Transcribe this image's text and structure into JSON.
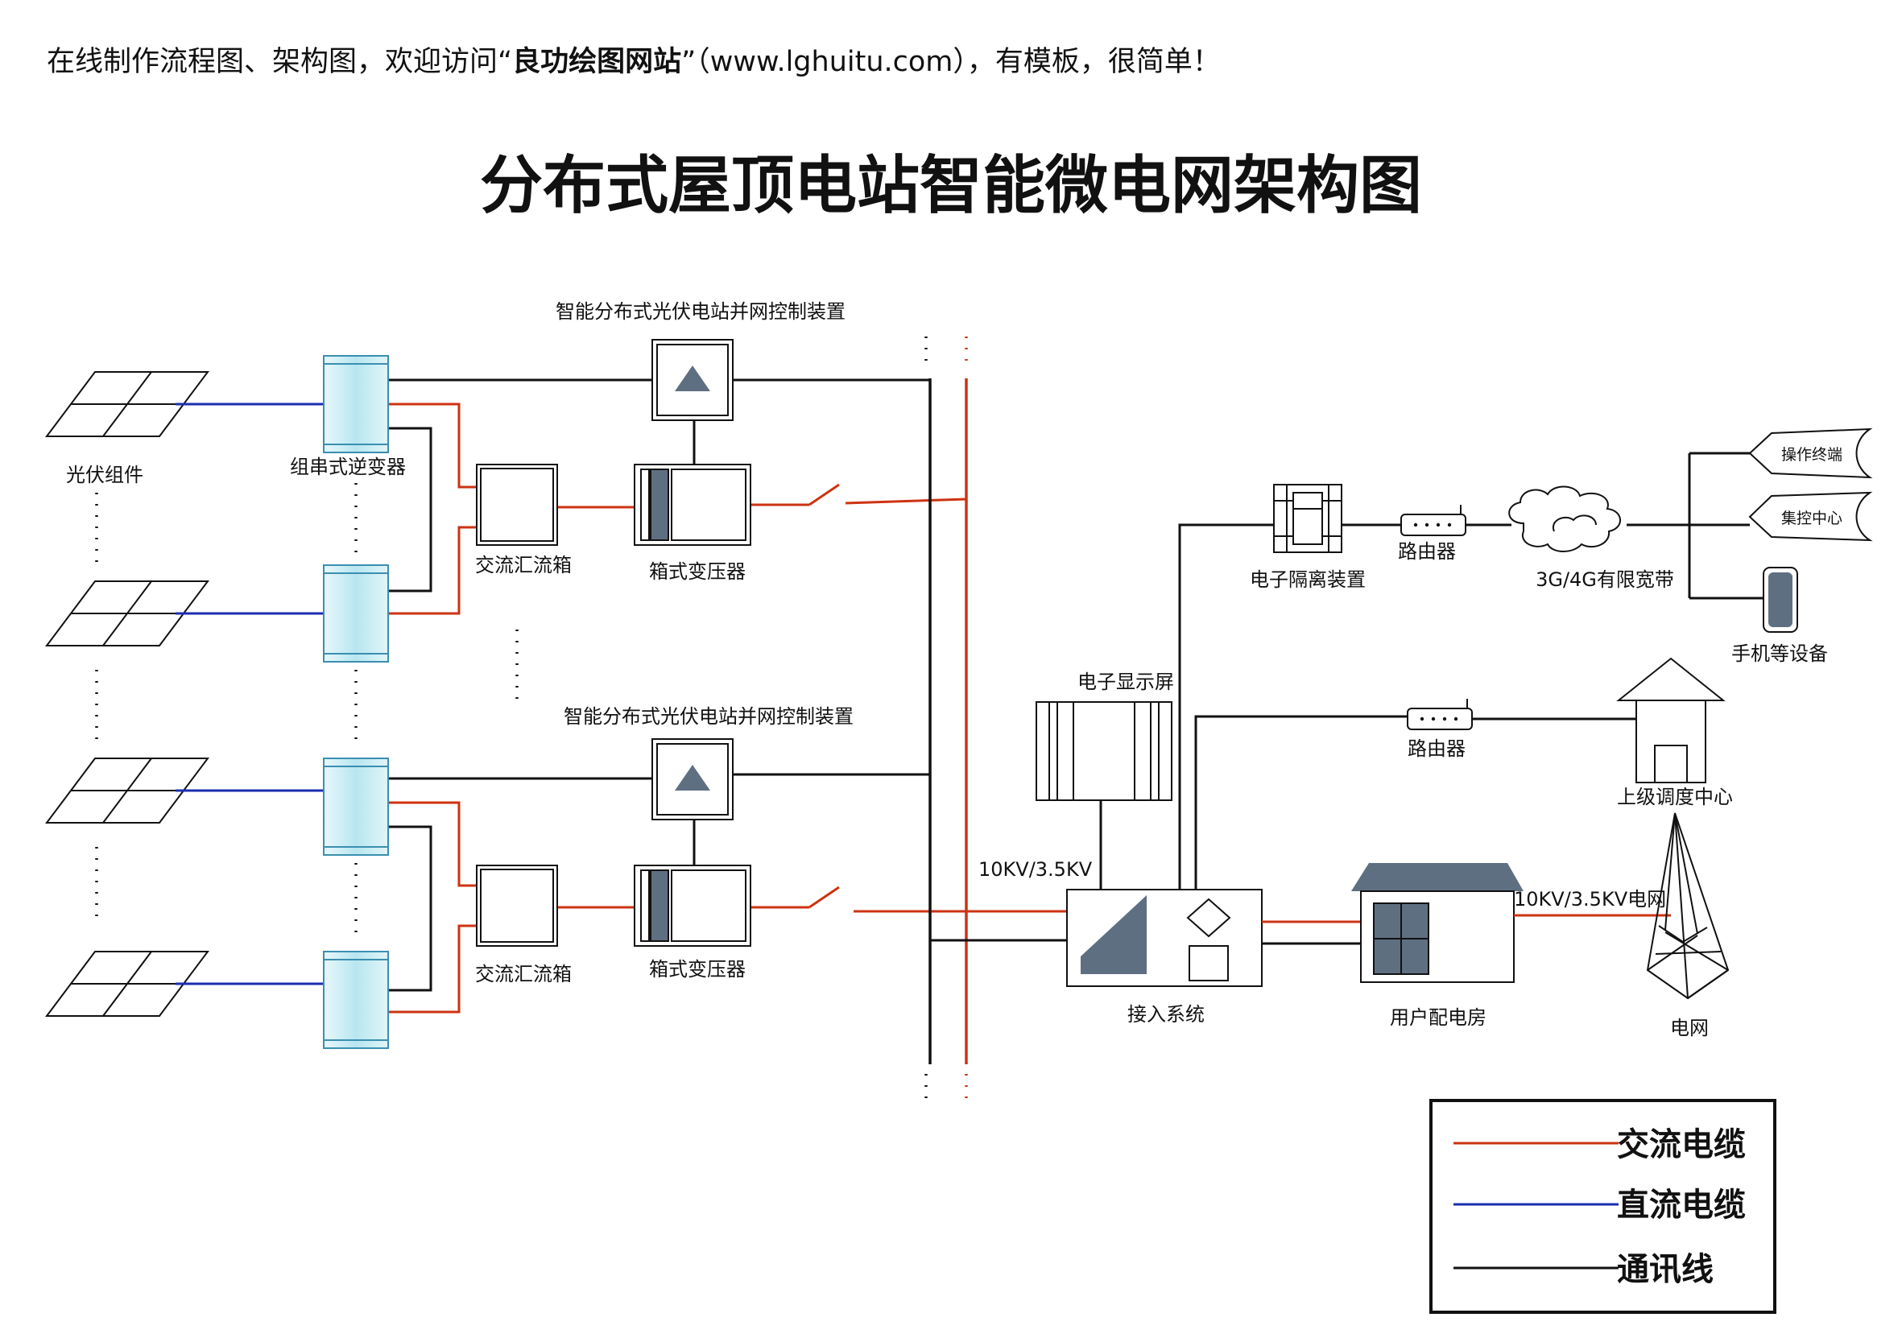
{
  "banner": {
    "prefix": "在线制作流程图、架构图，欢迎访问“",
    "site": "良功绘图网站",
    "suffix": "”（www.lghuitu.com），有模板，很简单！"
  },
  "title": "分布式屋顶电站智能微电网架构图",
  "labels": {
    "pv_module": "光伏组件",
    "string_inverter": "组串式逆变器",
    "control_device_1": "智能分布式光伏电站并网控制装置",
    "control_device_2": "智能分布式光伏电站并网控制装置",
    "ac_combiner_1": "交流汇流箱",
    "ac_combiner_2": "交流汇流箱",
    "box_transformer_1": "箱式变压器",
    "box_transformer_2": "箱式变压器",
    "voltage_left": "10KV/3.5KV",
    "display_screen": "电子显示屏",
    "isolation_device": "电子隔离装置",
    "router_1": "路由器",
    "router_2": "路由器",
    "broadband": "3G/4G有限宽带",
    "operator_terminal": "操作终端",
    "control_center": "集控中心",
    "mobile_devices": "手机等设备",
    "dispatch_center": "上级调度中心",
    "access_system": "接入系统",
    "user_substation": "用户配电房",
    "grid_voltage": "10KV/3.5KV电网",
    "grid": "电网"
  },
  "legend": {
    "ac_cable": "交流电缆",
    "dc_cable": "直流电缆",
    "comm_line": "通讯线"
  },
  "colors": {
    "ac": "#cc3311",
    "dc": "#1a2eb0",
    "comm": "#111111",
    "inverter_fill": "#c9eef6",
    "inverter_stroke": "#3a8fb0",
    "slate": "#5f6f82"
  }
}
